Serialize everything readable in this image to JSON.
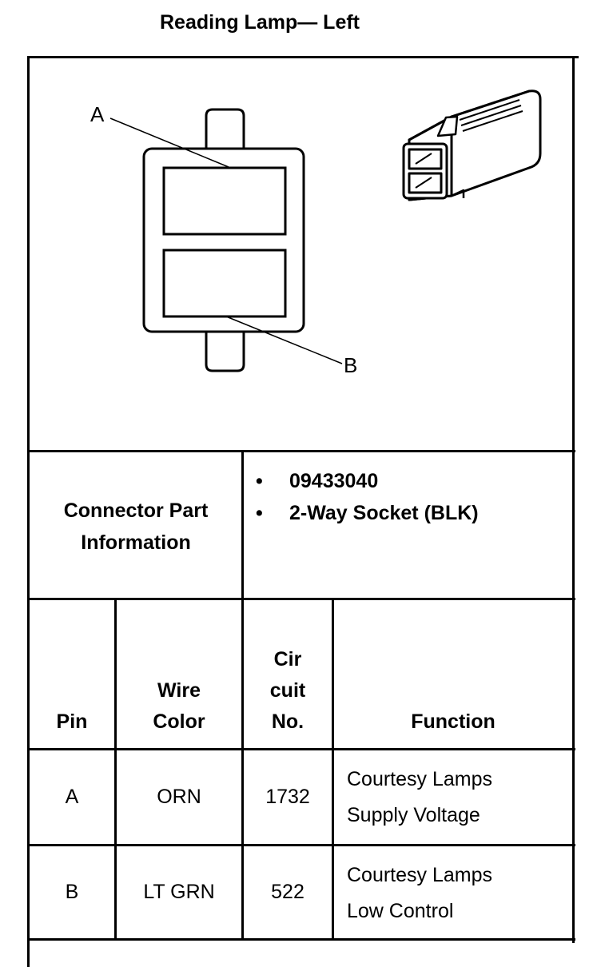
{
  "title": "Reading Lamp— Left",
  "diagram": {
    "label_a": "A",
    "label_b": "B"
  },
  "connector_info": {
    "label_line1": "Connector Part",
    "label_line2": "Information",
    "items": [
      "09433040",
      "2-Way Socket (BLK)"
    ],
    "bullet": "•"
  },
  "table": {
    "headers": {
      "pin": "Pin",
      "wire_color_line1": "Wire",
      "wire_color_line2": "Color",
      "circuit_line1": "Cir",
      "circuit_line2": "cuit",
      "circuit_line3": "No.",
      "function": "Function"
    },
    "rows": [
      {
        "pin": "A",
        "wire_color": "ORN",
        "circuit": "1732",
        "function_line1": "Courtesy Lamps",
        "function_line2": "Supply Voltage"
      },
      {
        "pin": "B",
        "wire_color": "LT GRN",
        "circuit": "522",
        "function_line1": "Courtesy Lamps",
        "function_line2": "Low Control"
      }
    ]
  }
}
